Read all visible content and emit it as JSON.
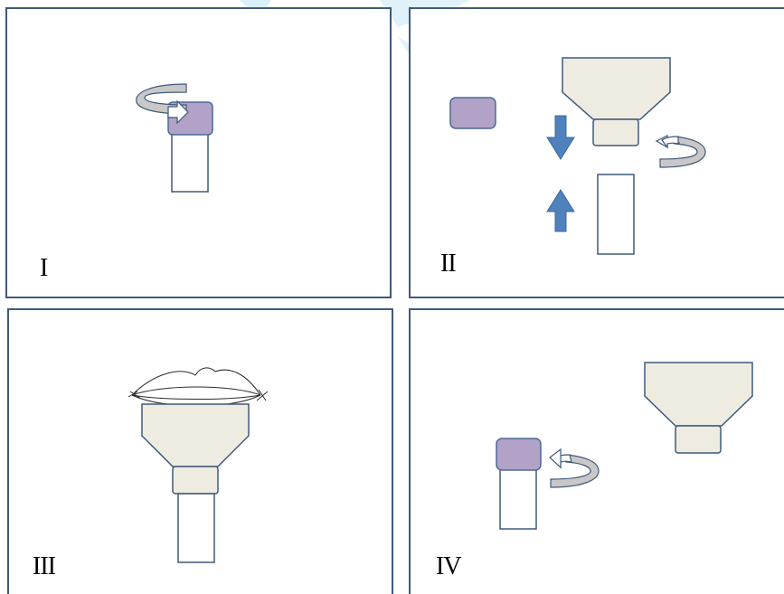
{
  "panels": [
    {
      "id": "panel-1",
      "numeral": "I"
    },
    {
      "id": "panel-2",
      "numeral": "II"
    },
    {
      "id": "panel-3",
      "numeral": "III"
    },
    {
      "id": "panel-4",
      "numeral": "IV"
    }
  ],
  "colors": {
    "border": "#3f5a7c",
    "cap_fill": "#b3a2c7",
    "cap_stroke": "#4a6a95",
    "funnel_fill": "#eeece1",
    "funnel_stroke": "#3f5a7c",
    "arrow_fill": "#4f81bd",
    "curved_arrow_band": "#c8c8c8",
    "watermark": "#bfe6f5"
  },
  "icons": {
    "rotate_arrow": "curved-rotation-arrow-icon",
    "down_arrow": "down-arrow-icon",
    "up_arrow": "up-arrow-icon",
    "lips": "lips-icon"
  }
}
